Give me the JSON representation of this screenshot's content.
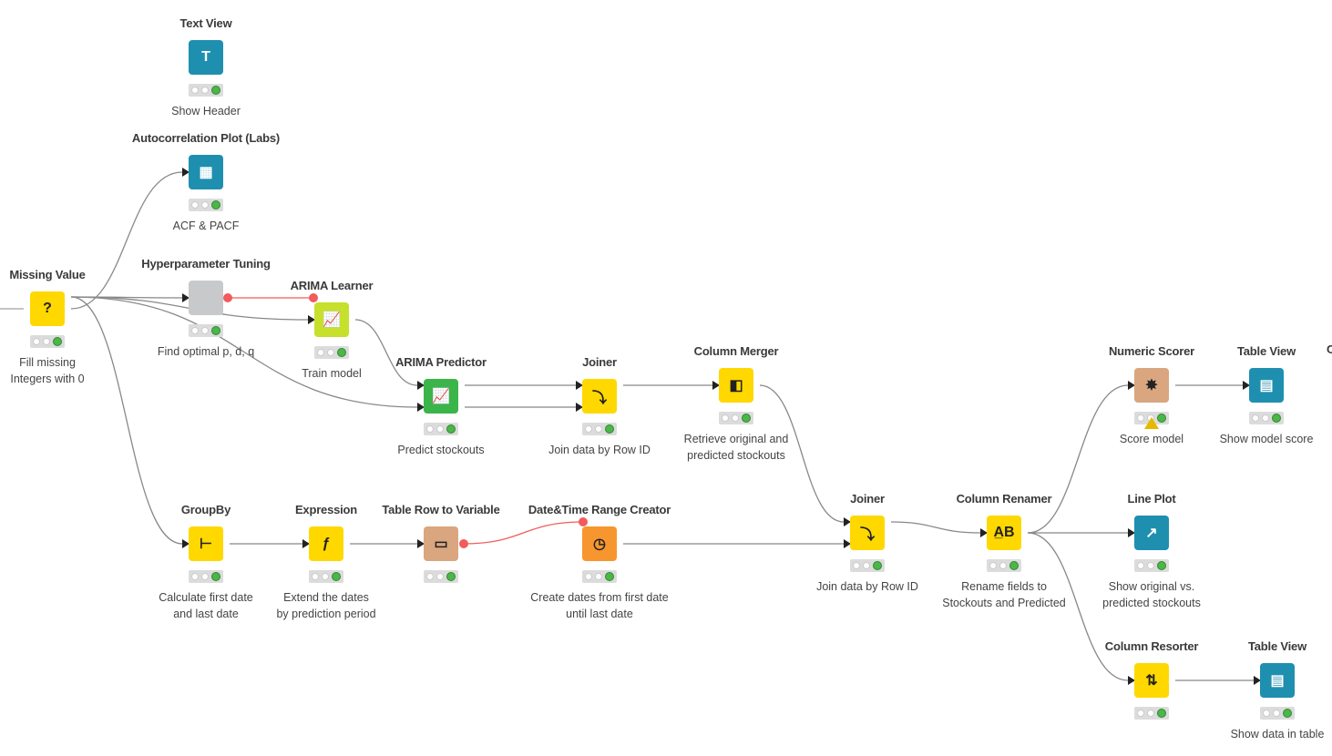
{
  "workflow": {
    "nodes": [
      {
        "id": "text-view",
        "title": "Text View",
        "annotation": "Show Header",
        "color": "#1f8fb0",
        "icon": "text-icon",
        "glyph": "T"
      },
      {
        "id": "autocorrelation-plot",
        "title": "Autocorrelation Plot (Labs)",
        "annotation": "ACF & PACF",
        "color": "#1f8fb0",
        "icon": "acf-plot-icon",
        "glyph": "▦"
      },
      {
        "id": "missing-value",
        "title": "Missing Value",
        "annotation": "Fill missing\nIntegers with 0",
        "color": "#ffd800",
        "icon": "question-mark-icon",
        "glyph": "?"
      },
      {
        "id": "hyperparameter-tuning",
        "title": "Hyperparameter Tuning",
        "annotation": "Find optimal p, d, q",
        "color": "#c8c9cb",
        "icon": "metanode-icon",
        "glyph": ""
      },
      {
        "id": "arima-learner",
        "title": "ARIMA Learner",
        "annotation": "Train model",
        "color": "#c6e02c",
        "icon": "line-chart-icon",
        "glyph": "📈"
      },
      {
        "id": "arima-predictor",
        "title": "ARIMA Predictor",
        "annotation": "Predict stockouts",
        "color": "#3bb54a",
        "icon": "line-chart-icon",
        "glyph": "📈"
      },
      {
        "id": "joiner-1",
        "title": "Joiner",
        "annotation": "Join data by Row ID",
        "color": "#ffd800",
        "icon": "join-icon",
        "glyph": "⤵"
      },
      {
        "id": "column-merger",
        "title": "Column Merger",
        "annotation": "Retrieve original and\npredicted stockouts",
        "color": "#ffd800",
        "icon": "column-merge-icon",
        "glyph": "◧"
      },
      {
        "id": "numeric-scorer",
        "title": "Numeric Scorer",
        "annotation": "Score model",
        "color": "#d9a67f",
        "icon": "scorer-icon",
        "glyph": "✸",
        "warning": true
      },
      {
        "id": "table-view-1",
        "title": "Table View",
        "annotation": "Show model score",
        "color": "#1f8fb0",
        "icon": "table-icon",
        "glyph": "▤"
      },
      {
        "id": "groupby",
        "title": "GroupBy",
        "annotation": "Calculate first date\nand last date",
        "color": "#ffd800",
        "icon": "groupby-icon",
        "glyph": "⊢"
      },
      {
        "id": "expression",
        "title": "Expression",
        "annotation": "Extend the dates\nby prediction period",
        "color": "#ffd800",
        "icon": "expression-icon",
        "glyph": "ƒ"
      },
      {
        "id": "table-row-to-variable",
        "title": "Table Row to Variable",
        "annotation": "",
        "color": "#d9a67f",
        "icon": "row-to-variable-icon",
        "glyph": "▭"
      },
      {
        "id": "datetime-range-creator",
        "title": "Date&Time Range Creator",
        "annotation": "Create dates from first date\nuntil last date",
        "color": "#f7962f",
        "icon": "clock-icon",
        "glyph": "◷"
      },
      {
        "id": "joiner-2",
        "title": "Joiner",
        "annotation": "Join data by Row ID",
        "color": "#ffd800",
        "icon": "join-icon",
        "glyph": "⤵"
      },
      {
        "id": "column-renamer",
        "title": "Column Renamer",
        "annotation": "Rename fields to\nStockouts and Predicted",
        "color": "#ffd800",
        "icon": "rename-icon",
        "glyph": "A̲B"
      },
      {
        "id": "line-plot",
        "title": "Line Plot",
        "annotation": "Show original vs.\npredicted stockouts",
        "color": "#1f8fb0",
        "icon": "line-plot-icon",
        "glyph": "↗"
      },
      {
        "id": "column-resorter",
        "title": "Column Resorter",
        "annotation": "",
        "color": "#ffd800",
        "icon": "resort-icon",
        "glyph": "⇅"
      },
      {
        "id": "table-view-2",
        "title": "Table View",
        "annotation": "Show data in table",
        "color": "#1f8fb0",
        "icon": "table-icon",
        "glyph": "▤"
      }
    ],
    "edge_label": "C"
  }
}
